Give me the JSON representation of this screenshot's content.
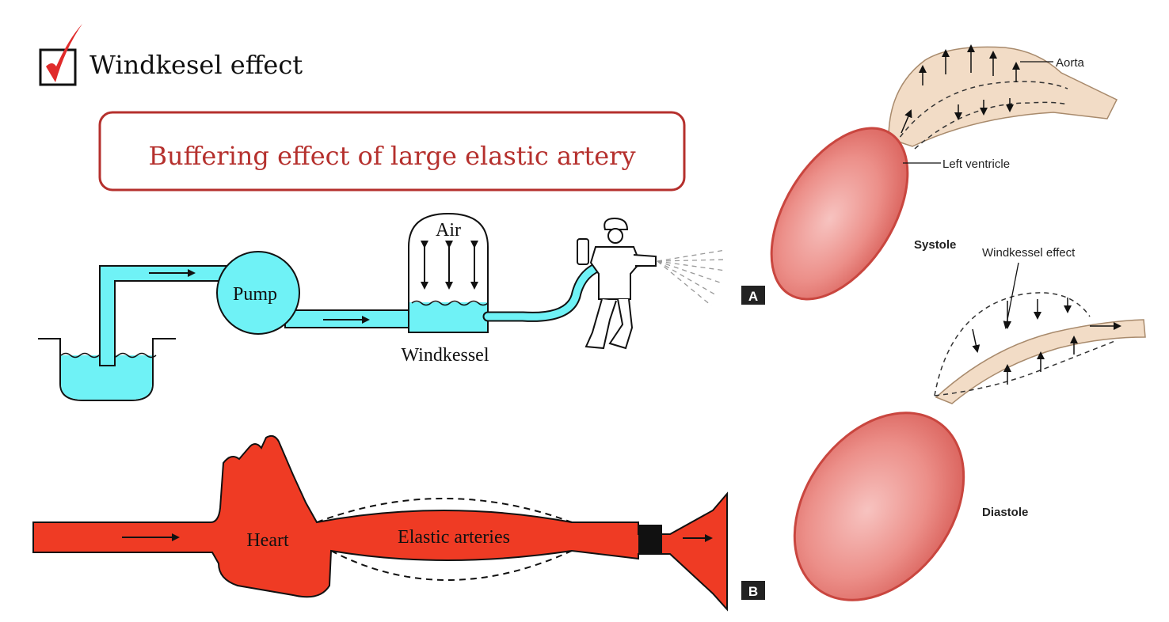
{
  "header": {
    "title": "Windkesel effect",
    "banner": "Buffering effect of large elastic artery"
  },
  "pump_model": {
    "pump_label": "Pump",
    "air_label": "Air",
    "windkessel_label": "Windkessel"
  },
  "heart_model": {
    "heart_label": "Heart",
    "arteries_label": "Elastic arteries"
  },
  "cardiac_panel": {
    "aorta_label": "Aorta",
    "left_ventricle_label": "Left ventricle",
    "systole_label": "Systole",
    "windkessel_effect_label": "Windkessel effect",
    "diastole_label": "Diastole",
    "panel_a": "A",
    "panel_b": "B"
  },
  "colors": {
    "accent_red": "#b5302d",
    "check_red": "#e02a2a",
    "fluid_cyan": "#6ff2f6",
    "heart_red": "#ef3b24",
    "aorta_beige": "#f2dcc6",
    "ventricle_pink": "#e9857f"
  }
}
